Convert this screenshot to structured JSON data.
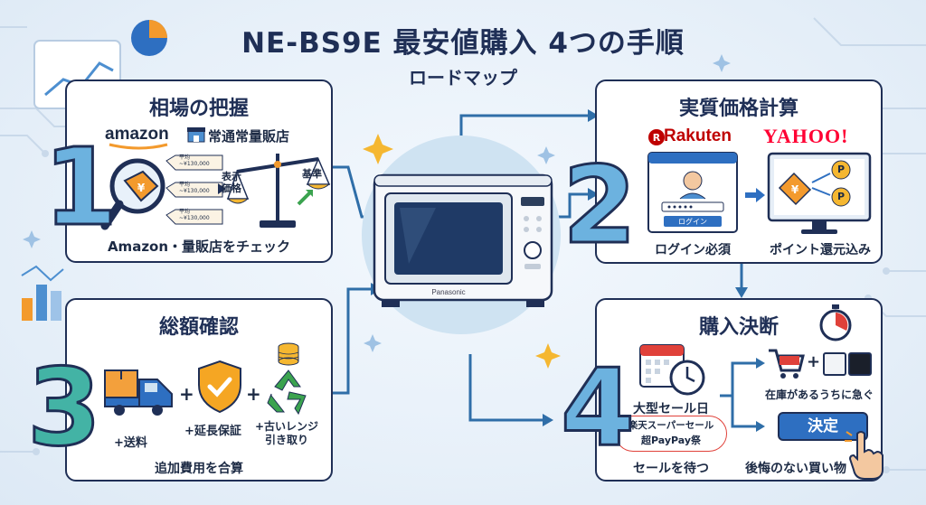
{
  "title": "NE-BS9E 最安値購入 4つの手順",
  "subtitle": "ロードマップ",
  "step1": {
    "number": "1",
    "title": "相場の把握",
    "brand_amazon": "amazon",
    "brand_store": "常通常量販店",
    "tag_lines": [
      "平均",
      "~¥130,000"
    ],
    "scale_left": "表示\n価格",
    "scale_right": "基準",
    "footer": "Amazon・量販店をチェック"
  },
  "step2": {
    "number": "2",
    "title": "実質価格計算",
    "brand_rakuten": "Rakuten",
    "brand_yahoo": "YAHOO!",
    "login_button": "ログイン",
    "label_login": "ログイン必須",
    "label_points": "ポイント還元込み",
    "coin_symbol": "P"
  },
  "step3": {
    "number": "3",
    "title": "総額確認",
    "item_shipping": "+送料",
    "item_warranty": "+延長保証",
    "item_recycle": "+古いレンジ\n引き取り",
    "plus": "+",
    "footer": "追加費用を合算"
  },
  "step4": {
    "number": "4",
    "title": "購入決断",
    "sale_title": "大型セール日",
    "sale_line1": "楽天スーパーセール",
    "sale_line2": "超PayPay祭",
    "label_wait": "セールを待つ",
    "label_stock": "在庫があるうちに急ぐ",
    "decide_button": "決定",
    "label_no_regret": "後悔のない買い物",
    "plus": "+"
  },
  "product": {
    "brand": "Panasonic"
  },
  "colors": {
    "navy": "#1f2f56",
    "blue": "#6cb2df",
    "accent_orange": "#f39a2d",
    "rakuten_red": "#bf0000",
    "yahoo_red": "#ff0033"
  }
}
